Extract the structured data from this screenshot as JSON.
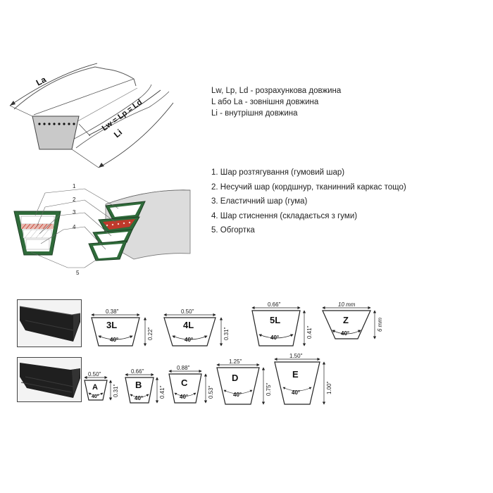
{
  "length_diagram": {
    "label_la": "La",
    "label_lw": "Lw = Lp = Ld",
    "label_li": "Li"
  },
  "length_legend": [
    "Lw, Lp, Ld - розрахункова довжина",
    "L або La - зовнішня довжина",
    "Li - внутрішня довжина"
  ],
  "layer_callouts": [
    "1",
    "2",
    "3",
    "4",
    "5"
  ],
  "layer_legend": [
    "1. Шар розтягування (гумовий шар)",
    "2. Несучий шар (кордшнур, тканинний каркас тощо)",
    "3. Еластичний шар (гума)",
    "4. Шар стиснення (складається з гуми)",
    "5. Обгортка"
  ],
  "profiles_row1": [
    {
      "name": "3L",
      "width": "0.38\"",
      "height": "0.22\"",
      "angle": "40°"
    },
    {
      "name": "4L",
      "width": "0.50\"",
      "height": "0.31\"",
      "angle": "40°"
    },
    {
      "name": "5L",
      "width": "0.66\"",
      "height": "0.41\"",
      "angle": "40°"
    },
    {
      "name": "Z",
      "width": "10 mm",
      "height": "6 mm",
      "angle": "40°"
    }
  ],
  "profiles_row2": [
    {
      "name": "A",
      "width": "0.50\"",
      "height": "0.31\"",
      "angle": "40°"
    },
    {
      "name": "B",
      "width": "0.66\"",
      "height": "0.41\"",
      "angle": "40°"
    },
    {
      "name": "C",
      "width": "0.88\"",
      "height": "0.53\"",
      "angle": "40°"
    },
    {
      "name": "D",
      "width": "1.25\"",
      "height": "0.75\"",
      "angle": "40°"
    },
    {
      "name": "E",
      "width": "1.50\"",
      "height": "1.00\"",
      "angle": "40°"
    }
  ],
  "colors": {
    "belt_green": "#2f6b3a",
    "cord_red": "#c0392b",
    "belt_gray": "#d9d9d9",
    "photo_dark": "#1f1f1f"
  }
}
